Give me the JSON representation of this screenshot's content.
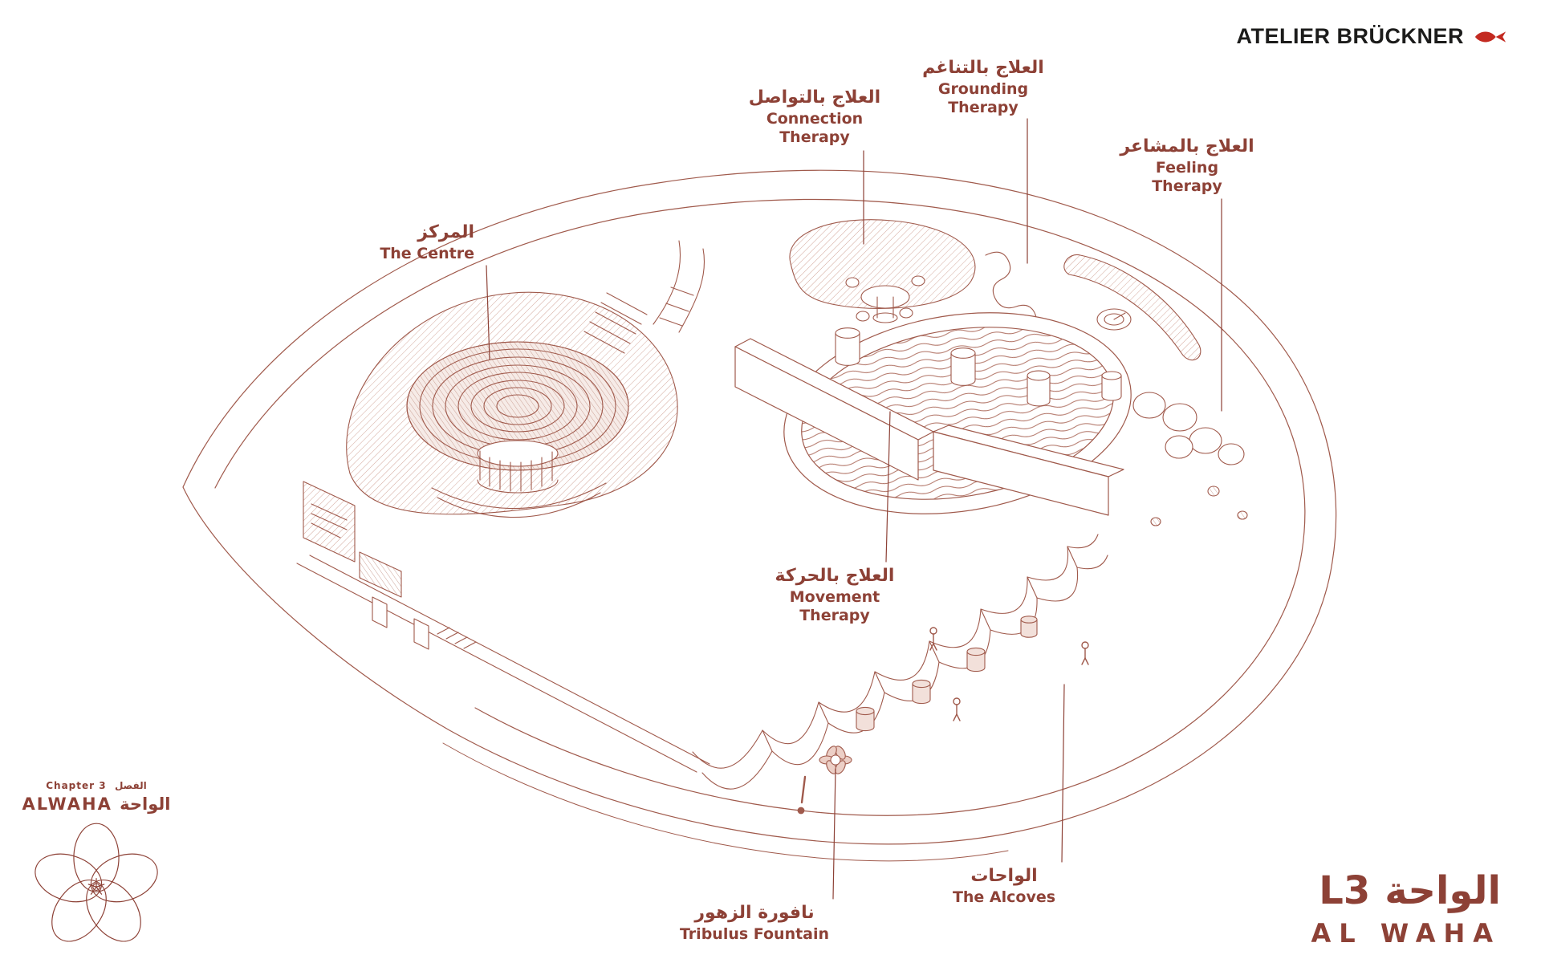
{
  "page": {
    "background": "#ffffff",
    "accent": "#8d4136",
    "line_color": "#a05a4c",
    "hatch_color": "#d3a89c",
    "brand_black": "#1c1c1b",
    "fish_red": "#c32a21"
  },
  "brand": {
    "name": "ATELIER BRÜCKNER",
    "icon": "fish-icon"
  },
  "labels": [
    {
      "id": "centre",
      "ar": "المركز",
      "en": "The Centre"
    },
    {
      "id": "connection",
      "ar": "العلاج بالتواصل",
      "en": "Connection\nTherapy"
    },
    {
      "id": "grounding",
      "ar": "العلاج بالتناغم",
      "en": "Grounding\nTherapy"
    },
    {
      "id": "feeling",
      "ar": "العلاج بالمشاعر",
      "en": "Feeling\nTherapy"
    },
    {
      "id": "movement",
      "ar": "العلاج بالحركة",
      "en": "Movement\nTherapy"
    },
    {
      "id": "alcoves",
      "ar": "الواحات",
      "en": "The Alcoves"
    },
    {
      "id": "fountain",
      "ar": "نافورة الزهور",
      "en": "Tribulus Fountain"
    }
  ],
  "chapter_badge": {
    "chapter_en": "Chapter 3",
    "chapter_ar": "الفصل",
    "wordmark_latin": "ALWAHA",
    "wordmark_ar": "الواحة",
    "icon": "flower-logo"
  },
  "plate_title": {
    "level": "L3",
    "title_ar": "الواحة",
    "title_latin": "AL WAHA"
  }
}
